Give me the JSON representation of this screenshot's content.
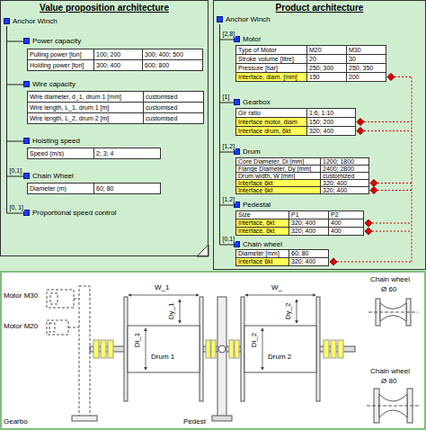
{
  "diagram": {
    "nodes": [
      {
        "text": [
          "Value proposition architecture"
        ]
      },
      {
        "text": [
          "Anchor Winch"
        ],
        "in": 0
      },
      {
        "text": [
          "Power capacity"
        ],
        "in": 0
      },
      {
        "text": [
          "Wire capacity"
        ],
        "in": 0
      },
      {
        "text": [
          "Hoisting speed"
        ],
        "in": 0
      },
      {
        "text": [
          "Chain Wheel"
        ],
        "in": 0
      },
      {
        "text": [
          "Proportional speed control"
        ],
        "in": 0
      },
      {
        "text": [
          "Product architecture"
        ]
      },
      {
        "text": [
          "Anchor Winch"
        ],
        "in": 7
      },
      {
        "text": [
          "Motor"
        ],
        "in": 7
      },
      {
        "text": [
          "Gearbox"
        ],
        "in": 7
      },
      {
        "text": [
          "Drum"
        ],
        "in": 7
      },
      {
        "text": [
          "Pedestal"
        ],
        "in": 7
      },
      {
        "text": [
          "Chain wheel"
        ],
        "in": 7
      }
    ],
    "edges": [
      {
        "from": 1,
        "to": 2,
        "arrow": "none"
      },
      {
        "from": 1,
        "to": 3,
        "arrow": "none"
      },
      {
        "from": 1,
        "to": 4,
        "arrow": "none"
      },
      {
        "from": 1,
        "to": 5,
        "label": "[0,1]",
        "arrow": "none"
      },
      {
        "from": 1,
        "to": 6,
        "label": "[0, 1]",
        "arrow": "none"
      },
      {
        "from": 8,
        "to": 9,
        "label": "[2,8]",
        "arrow": "none"
      },
      {
        "from": 8,
        "to": 10,
        "label": "[1]",
        "arrow": "none"
      },
      {
        "from": 8,
        "to": 11,
        "label": "[1,2]",
        "arrow": "none"
      },
      {
        "from": 8,
        "to": 12,
        "label": "[1,2]",
        "arrow": "none"
      },
      {
        "from": 8,
        "to": 13,
        "label": "[0,1]",
        "arrow": "none"
      }
    ],
    "labels": [
      "Pulling power [ton]",
      "100; 200",
      "300; 400; 500",
      "Holding power [ton]",
      "300; 400",
      "600; 800",
      "Wire diameter, d_1, drum 1 [mm]",
      "customised",
      "Wire length, L_1, drum 1 [m]",
      "customised",
      "Wire length, L_2, drum 2 [m]",
      "customised",
      "Speed (m/s)",
      "2; 3; 4",
      "Diameter (m)",
      "60; 80",
      "Type of Motor",
      "M20",
      "M30",
      "Stroke volume [litre]",
      "20",
      "30",
      "Pressure [bar]",
      "250; 300",
      "250; 350",
      "Interface, diam. [mm]",
      "150",
      "200",
      "Gir ratio",
      "1:6; 1:10",
      "Interface motor, diam",
      "150; 200",
      "Interface drum, 6kt",
      "320; 400",
      "Core Diameter, Di [mm]",
      "1200; 1800",
      "Flange Diameter, Dy [mm]",
      "2400; 2800",
      "Drum width, W [mm]",
      "customized",
      "Interface 6kt",
      "320; 400",
      "Interface 6kt",
      "320; 400",
      "Size",
      "P1",
      "P2",
      "Interface, 6kt",
      "320; 400",
      "400",
      "Interface, 6kt",
      "320; 400",
      "400",
      "Diameter [mm]",
      "60; 80",
      "Interface 6kt",
      "320; 400",
      "Motor M30",
      "Motor M20",
      "W_1",
      "W_",
      "Dy_1",
      "Dy_2",
      "Di_1",
      "Di_2",
      "Drum 1",
      "Drum 2",
      "Chain wheel",
      "Ø 60",
      "Chain wheel",
      "Ø 80",
      "Gearbo",
      "Pedest"
    ]
  }
}
